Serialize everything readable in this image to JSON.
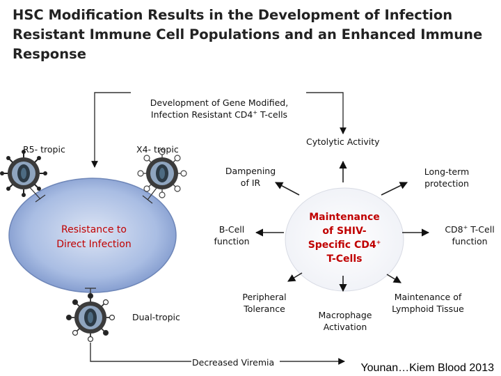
{
  "title": "HSC Modification Results in the Development of Infection Resistant Immune Cell Populations and an Enhanced Immune Response",
  "top_box": {
    "line1": "Development of Gene Modified,",
    "line2_pre": "Infection Resistant CD4",
    "line2_sup": "+",
    "line2_post": " T-cells"
  },
  "virus_labels": {
    "r5": "R5- tropic",
    "x4": "X4- tropic",
    "dual": "Dual-tropic"
  },
  "cell_label": {
    "line1": "Resistance to",
    "line2": "Direct Infection"
  },
  "center": {
    "line1": "Maintenance",
    "line2": "of SHIV-",
    "line3_pre": "Specific CD4",
    "line3_sup": "+",
    "line4": "T-Cells"
  },
  "outcomes": {
    "cytolytic": "Cytolytic Activity",
    "dampening_1": "Dampening",
    "dampening_2": "of IR",
    "longterm_1": "Long-term",
    "longterm_2": "protection",
    "bcell_1": "B-Cell",
    "bcell_2": "function",
    "cd8_pre": "CD8",
    "cd8_sup": "+",
    "cd8_post": " T-Cell",
    "cd8_2": "function",
    "peripheral_1": "Peripheral",
    "peripheral_2": "Tolerance",
    "macrophage_1": "Macrophage",
    "macrophage_2": "Activation",
    "lymphoid_1": "Maintenance of",
    "lymphoid_2": "Lymphoid Tissue",
    "viremia": "Decreased Viremia"
  },
  "credit": "Younan…Kiem Blood 2013",
  "colors": {
    "cell_fill": "#9fb4dc",
    "cell_center": "#dce4f4",
    "center_label": "#c00000"
  }
}
